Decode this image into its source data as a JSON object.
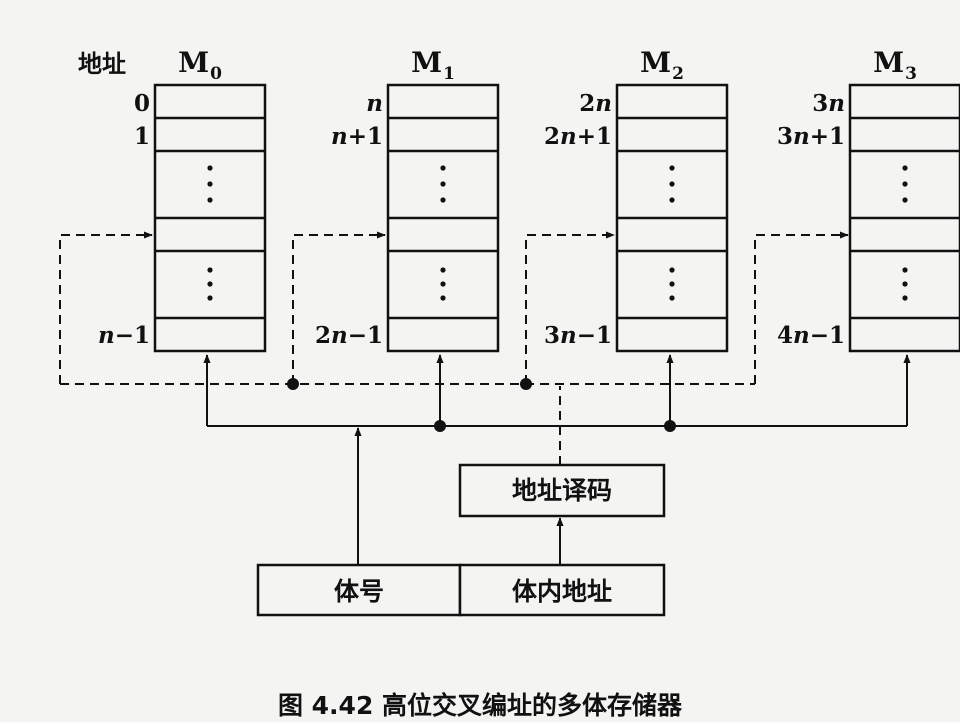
{
  "header": {
    "address_label": "地址"
  },
  "modules": [
    {
      "name": "M",
      "sub": "0",
      "addr_first": "0",
      "addr_second": "1",
      "addr_last": "n−1"
    },
    {
      "name": "M",
      "sub": "1",
      "addr_first": "n",
      "addr_second": "n+1",
      "addr_last": "2n−1"
    },
    {
      "name": "M",
      "sub": "2",
      "addr_first": "2n",
      "addr_second": "2n+1",
      "addr_last": "3n−1"
    },
    {
      "name": "M",
      "sub": "3",
      "addr_first": "3n",
      "addr_second": "3n+1",
      "addr_last": "4n−1"
    }
  ],
  "decoder": {
    "label": "地址译码"
  },
  "address_register": {
    "bank_field": "体号",
    "offset_field": "体内地址"
  },
  "caption": "图 4.42   高位交叉编址的多体存储器",
  "colors": {
    "ink": "#111111",
    "paper": "#f4f4f2"
  }
}
